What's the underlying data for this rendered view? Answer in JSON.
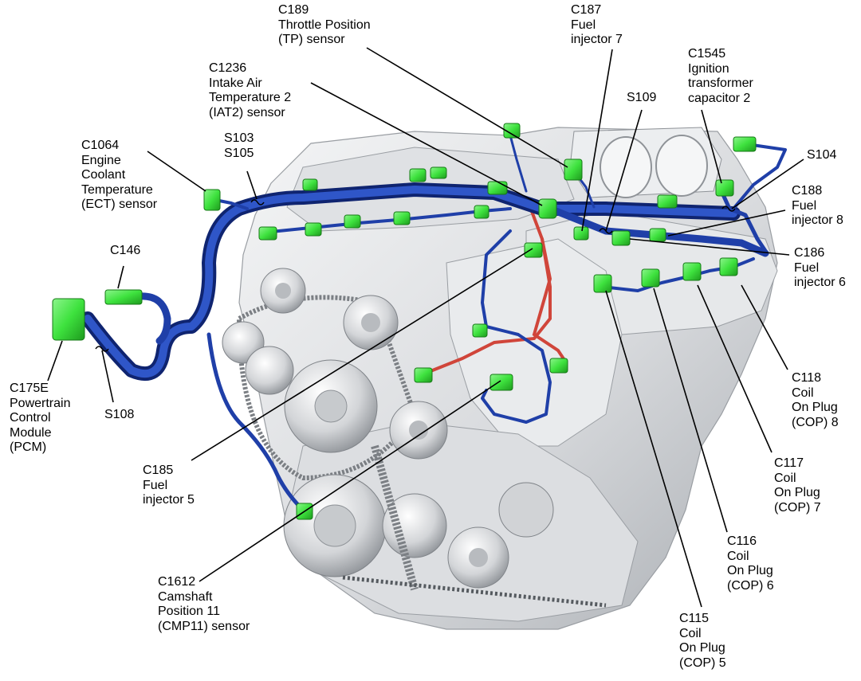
{
  "colors": {
    "engine_light": "#eceef0",
    "engine_mid": "#c9ccd0",
    "engine_dark": "#8f9398",
    "harness_blue": "#1f3fa8",
    "harness_dark": "#0f2470",
    "harness_red": "#d0453a",
    "connector_green": "#3ee23e",
    "connector_dark": "#1e9a1e",
    "leader": "#000000"
  },
  "labels": [
    {
      "id": "c189",
      "lines": [
        "C189",
        "Throttle Position",
        "(TP) sensor"
      ]
    },
    {
      "id": "c187",
      "lines": [
        "C187",
        "Fuel",
        "injector 7"
      ]
    },
    {
      "id": "c1236",
      "lines": [
        "C1236",
        "Intake Air",
        "Temperature 2",
        "(IAT2) sensor"
      ]
    },
    {
      "id": "c1545",
      "lines": [
        "C1545",
        "Ignition",
        "transformer",
        "capacitor 2"
      ]
    },
    {
      "id": "s109",
      "lines": [
        "S109"
      ]
    },
    {
      "id": "c1064",
      "lines": [
        "C1064",
        "Engine",
        "Coolant",
        "Temperature",
        "(ECT) sensor"
      ]
    },
    {
      "id": "s103",
      "lines": [
        "S103",
        "S105"
      ]
    },
    {
      "id": "s104",
      "lines": [
        "S104"
      ]
    },
    {
      "id": "c188",
      "lines": [
        "C188",
        "Fuel",
        "injector 8"
      ]
    },
    {
      "id": "c146",
      "lines": [
        "C146"
      ]
    },
    {
      "id": "c186",
      "lines": [
        "C186",
        "Fuel",
        "injector 6"
      ]
    },
    {
      "id": "c118",
      "lines": [
        "C118",
        "Coil",
        "On Plug",
        "(COP) 8"
      ]
    },
    {
      "id": "c175e",
      "lines": [
        "C175E",
        "Powertrain",
        "Control",
        "Module",
        "(PCM)"
      ]
    },
    {
      "id": "s108",
      "lines": [
        "S108"
      ]
    },
    {
      "id": "c117",
      "lines": [
        "C117",
        "Coil",
        "On Plug",
        "(COP) 7"
      ]
    },
    {
      "id": "c185",
      "lines": [
        "C185",
        "Fuel",
        "injector 5"
      ]
    },
    {
      "id": "c116",
      "lines": [
        "C116",
        "Coil",
        "On Plug",
        "(COP) 6"
      ]
    },
    {
      "id": "c1612",
      "lines": [
        "C1612",
        "Camshaft",
        "Position 11",
        "(CMP11) sensor"
      ]
    },
    {
      "id": "c115",
      "lines": [
        "C115",
        "Coil",
        "On Plug",
        "(COP) 5"
      ]
    }
  ]
}
